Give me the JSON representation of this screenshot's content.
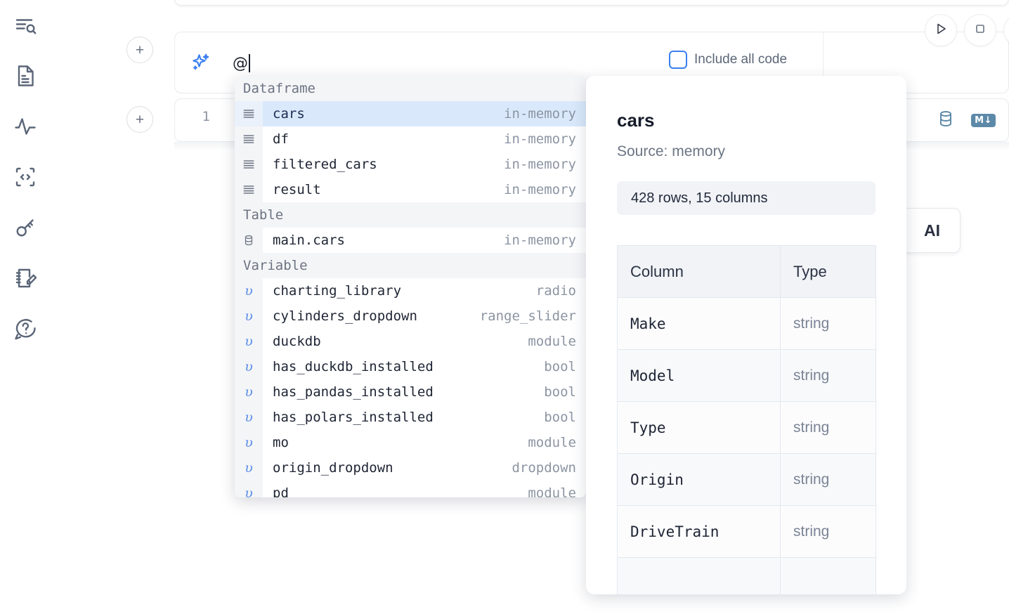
{
  "rail": {
    "items": [
      {
        "name": "explore-search-icon",
        "label": "Explore"
      },
      {
        "name": "file-document-icon",
        "label": "Notebook file"
      },
      {
        "name": "activity-pulse-icon",
        "label": "Activity"
      },
      {
        "name": "code-snippet-icon",
        "label": "Snippets"
      },
      {
        "name": "key-secrets-icon",
        "label": "Secrets"
      },
      {
        "name": "scratchpad-edit-icon",
        "label": "Scratchpad"
      },
      {
        "name": "help-question-icon",
        "label": "Help"
      }
    ]
  },
  "toolbar": {
    "add_cell_label": "+",
    "run_label": "Run",
    "stop_label": "Stop",
    "include_all_code_label": "Include all code",
    "include_all_code_checked": false,
    "ai_ghost_button_label": "AI"
  },
  "cell": {
    "line_number": "1",
    "database_icon": "database-icon",
    "markdown_badge": "M",
    "markdown_badge_arrow": "↓"
  },
  "prompt": {
    "value": "@",
    "icon": "sparkle-ai-icon"
  },
  "autocomplete": {
    "groups": [
      {
        "label": "Dataframe",
        "items": [
          {
            "icon": "dataframe-icon",
            "name": "cars",
            "type": "in-memory",
            "selected": true
          },
          {
            "icon": "dataframe-icon",
            "name": "df",
            "type": "in-memory",
            "selected": false
          },
          {
            "icon": "dataframe-icon",
            "name": "filtered_cars",
            "type": "in-memory",
            "selected": false
          },
          {
            "icon": "dataframe-icon",
            "name": "result",
            "type": "in-memory",
            "selected": false
          }
        ]
      },
      {
        "label": "Table",
        "items": [
          {
            "icon": "table-database-icon",
            "name": "main.cars",
            "type": "in-memory",
            "selected": false
          }
        ]
      },
      {
        "label": "Variable",
        "items": [
          {
            "icon": "variable-icon",
            "name": "charting_library",
            "type": "radio",
            "selected": false
          },
          {
            "icon": "variable-icon",
            "name": "cylinders_dropdown",
            "type": "range_slider",
            "selected": false
          },
          {
            "icon": "variable-icon",
            "name": "duckdb",
            "type": "module",
            "selected": false
          },
          {
            "icon": "variable-icon",
            "name": "has_duckdb_installed",
            "type": "bool",
            "selected": false
          },
          {
            "icon": "variable-icon",
            "name": "has_pandas_installed",
            "type": "bool",
            "selected": false
          },
          {
            "icon": "variable-icon",
            "name": "has_polars_installed",
            "type": "bool",
            "selected": false
          },
          {
            "icon": "variable-icon",
            "name": "mo",
            "type": "module",
            "selected": false
          },
          {
            "icon": "variable-icon",
            "name": "origin_dropdown",
            "type": "dropdown",
            "selected": false
          },
          {
            "icon": "variable-icon",
            "name": "pd",
            "type": "module",
            "selected": false
          }
        ]
      }
    ]
  },
  "preview": {
    "title": "cars",
    "source": "Source: memory",
    "shape": "428 rows, 15 columns",
    "headers": [
      "Column",
      "Type"
    ],
    "rows": [
      {
        "column": "Make",
        "type": "string"
      },
      {
        "column": "Model",
        "type": "string"
      },
      {
        "column": "Type",
        "type": "string"
      },
      {
        "column": "Origin",
        "type": "string"
      },
      {
        "column": "DriveTrain",
        "type": "string"
      },
      {
        "column": "",
        "type": ""
      }
    ]
  },
  "colors": {
    "accent_blue": "#3b7ff0",
    "selection_blue": "#d9e9fb",
    "muted_text": "#8c95a3",
    "badge_blue": "#5d89a8"
  }
}
